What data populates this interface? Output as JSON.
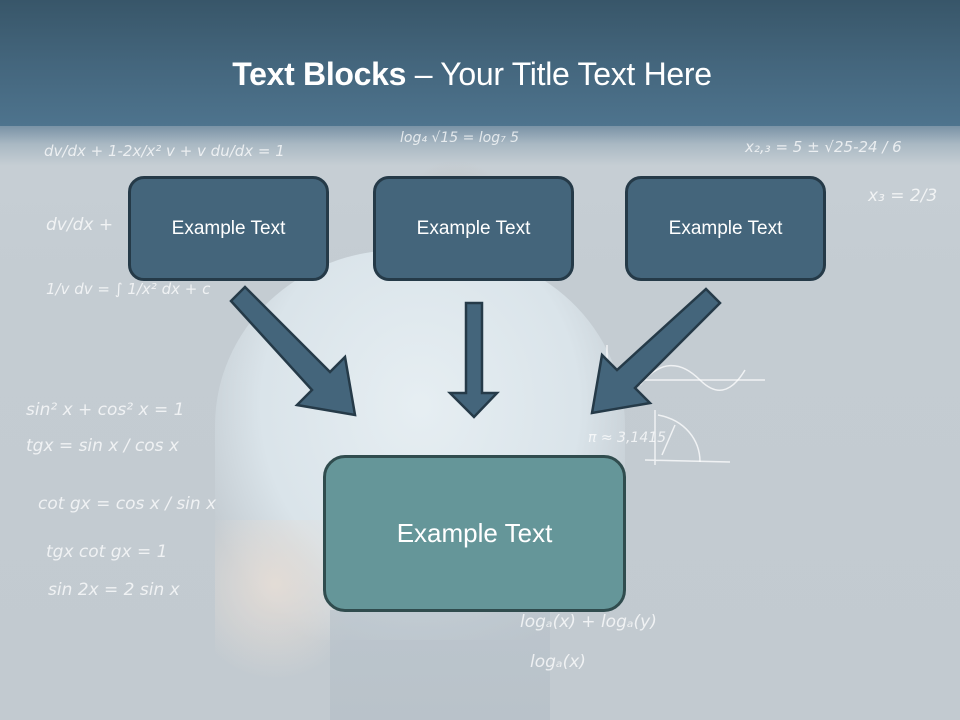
{
  "slide": {
    "title": {
      "bold_part": "Text Blocks",
      "separator": " – ",
      "regular_part": "Your Title Text Here"
    },
    "top_boxes": [
      {
        "label": "Example Text"
      },
      {
        "label": "Example Text"
      },
      {
        "label": "Example Text"
      }
    ],
    "main_box": {
      "label": "Example Text"
    },
    "arrows": [
      {
        "from": "top_boxes.0",
        "to": "main_box",
        "direction": "down-right"
      },
      {
        "from": "top_boxes.1",
        "to": "main_box",
        "direction": "down"
      },
      {
        "from": "top_boxes.2",
        "to": "main_box",
        "direction": "down-left"
      }
    ],
    "background_chalk": [
      "sin² x + cos² x = 1",
      "tgx = sin x / cos x",
      "cot gx = cos x / sin x",
      "tgx cot gx = 1",
      "sin 2x = 2 sin x",
      "dv/dx + 1-2x/x² v + v du/dx = 1",
      "dv/dx +",
      "1/v dv = ∫ 1/x² dx + c",
      "x₂,₃ = 5 ± √25-24 / 6",
      "x₃ = 2/3",
      "π ≈ 3,1415",
      "logₐ(x) + logₐ(y)",
      "logₐ(x)",
      "log₄ √15 = log₇ 5"
    ],
    "colors": {
      "header_top": "#385669",
      "header_bottom": "#4e748e",
      "box_fill": "#44657b",
      "box_border": "#253a48",
      "main_box_fill": "#659699",
      "main_box_border": "#304c4e",
      "arrow_fill": "#44657b",
      "arrow_border": "#253a48",
      "background": "#c5ccd2"
    }
  }
}
